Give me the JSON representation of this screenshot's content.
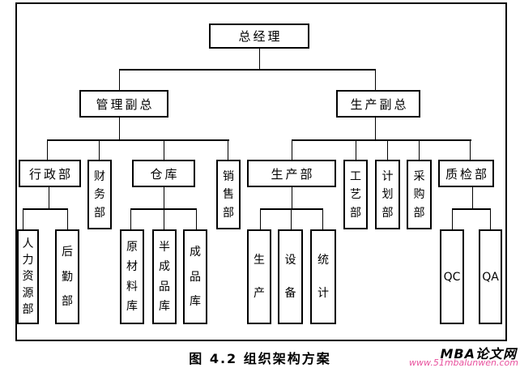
{
  "figure": {
    "caption": "图 4.2 组织架构方案"
  },
  "watermark": {
    "name": "MBA论文网",
    "url": "www.51mbalunwen.com",
    "url_color": "#e8509d"
  },
  "org": {
    "general_manager": "总经理",
    "management_vp": "管理副总",
    "production_vp": "生产副总",
    "admin_dept": "行政部",
    "finance_dept": "财务部",
    "warehouse": "仓库",
    "sales_dept": "销售部",
    "production_dept": "生产部",
    "process_dept": "工艺部",
    "planning_dept": "计划部",
    "purchasing_dept": "采购部",
    "quality_dept": "质检部",
    "hr_dept": "人力资源部",
    "logistics_dept": "后勤部",
    "raw_material_store": "原材料库",
    "semi_finished_store": "半成品库",
    "finished_store": "成品库",
    "production_team": "生产",
    "equipment_team": "设备",
    "statistics_team": "统计",
    "qc_team": "QC",
    "qa_team": "QA"
  },
  "hierarchy": {
    "总经理": [
      "管理副总",
      "生产副总"
    ],
    "管理副总": [
      "行政部",
      "财务部",
      "仓库",
      "销售部"
    ],
    "生产副总": [
      "生产部",
      "工艺部",
      "计划部",
      "采购部",
      "质检部"
    ],
    "行政部": [
      "人力资源部",
      "后勤部"
    ],
    "仓库": [
      "原材料库",
      "半成品库",
      "成品库"
    ],
    "生产部": [
      "生产",
      "设备",
      "统计"
    ],
    "质检部": [
      "QC",
      "QA"
    ]
  }
}
